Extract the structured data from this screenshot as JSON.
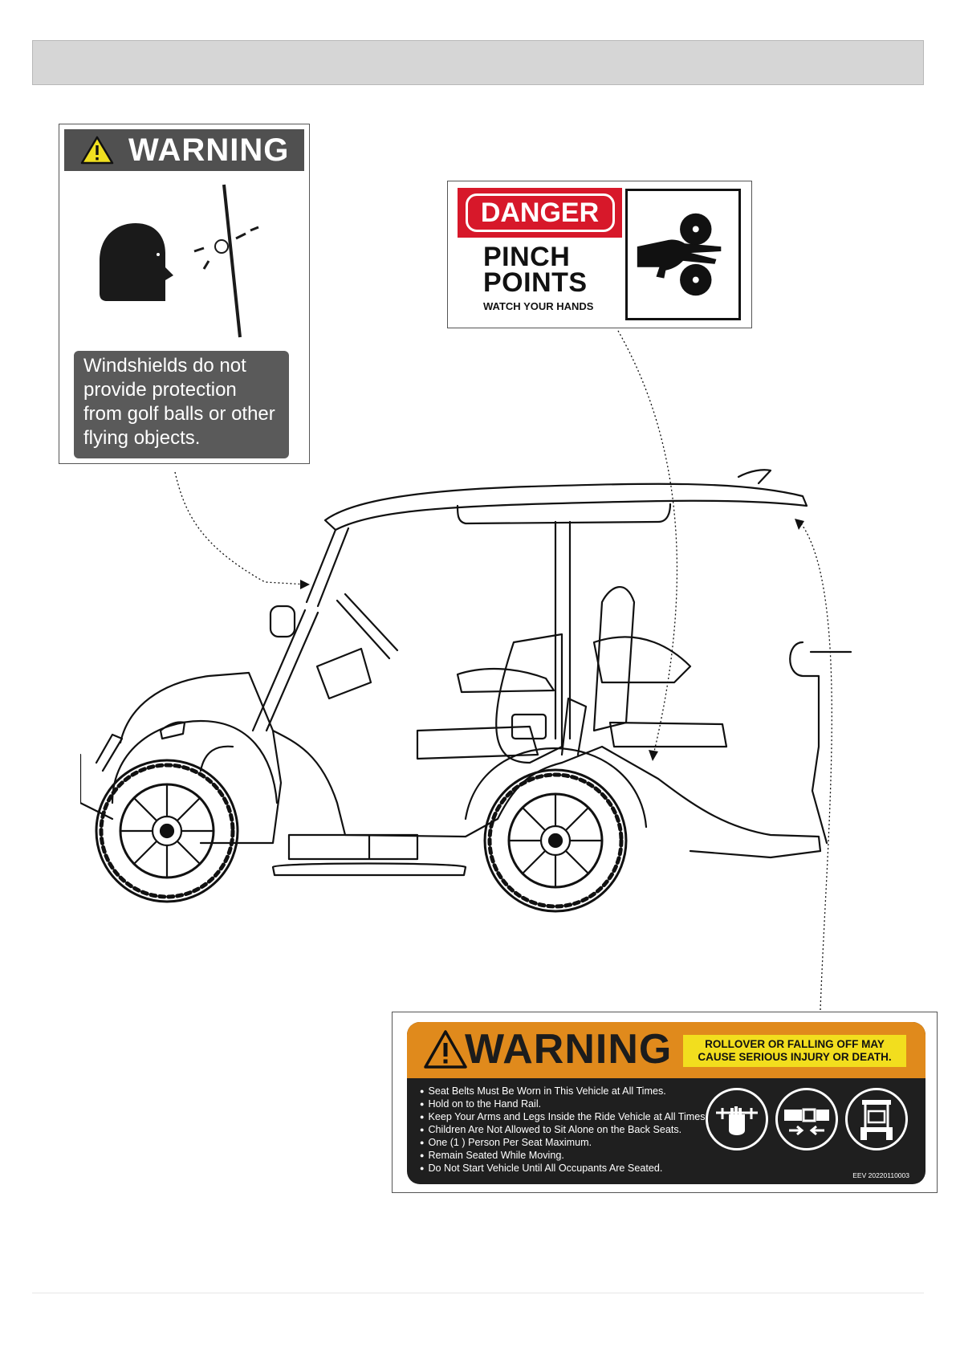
{
  "windshield_label": {
    "header": "WARNING",
    "message_lines": [
      "Windshields do not",
      "provide protection",
      "from golf balls or other",
      "flying objects."
    ],
    "colors": {
      "header_bg": "#505050",
      "message_bg": "#5a5a5a",
      "triangle": "#f0e020"
    },
    "icons": [
      "warning-triangle-icon",
      "head-and-flying-ball-pictogram"
    ]
  },
  "pinch_label": {
    "danger": "DANGER",
    "title_lines": [
      "PINCH",
      "POINTS"
    ],
    "subtitle": "WATCH YOUR HANDS",
    "colors": {
      "danger_bg": "#d7182a"
    },
    "icons": [
      "hand-rollers-pictogram"
    ]
  },
  "rollover_label": {
    "header": "WARNING",
    "subheader_lines": [
      "ROLLOVER OR FALLING OFF MAY",
      "CAUSE SERIOUS INJURY OR DEATH."
    ],
    "items": [
      "Seat Belts Must Be Worn in This Vehicle at All Times.",
      "Hold on to the Hand Rail.",
      "Keep Your Arms and Legs Inside the Ride Vehicle at All Times.",
      "Children Are Not Allowed to Sit Alone on the Back Seats.",
      "One (1 ) Person Per Seat Maximum.",
      "Remain Seated While Moving.",
      "Do Not Start Vehicle Until All Occupants Are Seated."
    ],
    "code": "EEV 20220110003",
    "colors": {
      "header_bg": "#e08a1c",
      "subheader_bg": "#f2de1e",
      "body_bg": "#1f1f1f"
    },
    "icons": [
      "hand-on-rail-icon",
      "seat-belt-icon",
      "cart-rear-icon"
    ]
  },
  "illustration": {
    "subject": "golf-cart-side-view"
  }
}
